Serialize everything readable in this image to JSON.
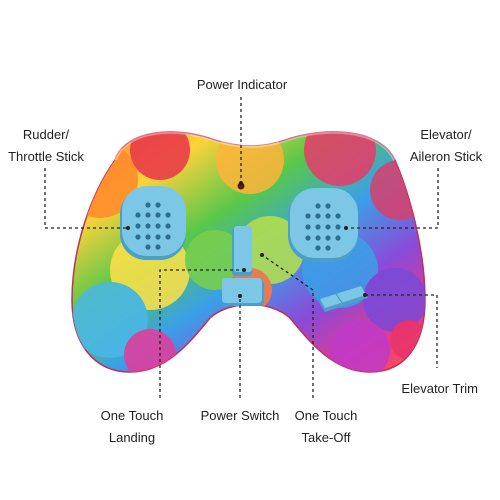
{
  "labels": {
    "power_indicator": "Power Indicator",
    "rudder": [
      "Rudder/",
      "Throttle Stick"
    ],
    "elevator": [
      "Elevator/",
      "Aileron Stick"
    ],
    "elevator_trim": "Elevator Trim",
    "one_touch_landing": [
      "One Touch",
      "Landing"
    ],
    "power_switch": "Power Switch",
    "one_touch_takeoff": [
      "One Touch",
      "Take-Off"
    ]
  },
  "colors": {
    "stick_blue": "#7cc6e6",
    "stick_dark": "#4aa0c8",
    "leader_line": "#222222"
  }
}
